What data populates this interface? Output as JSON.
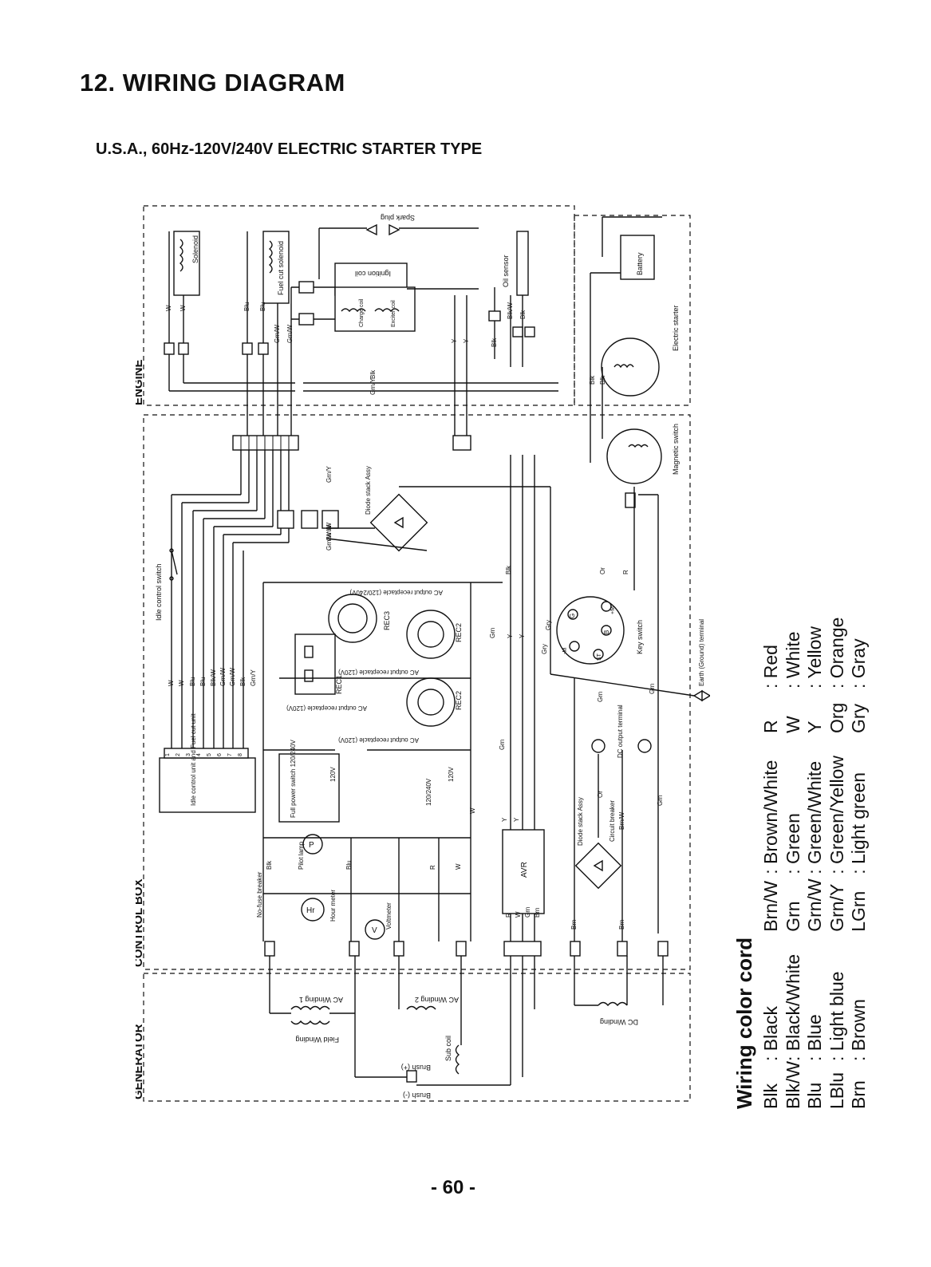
{
  "page": {
    "title": "12. WIRING DIAGRAM",
    "subtitle": "U.S.A., 60Hz-120V/240V ELECTRIC STARTER TYPE",
    "page_number": "- 60 -"
  },
  "sections": {
    "engine": "ENGINE",
    "control_box": "CONTROL BOX",
    "generator": "GENERATOR"
  },
  "components": {
    "solenoid": "Solenoid",
    "fuel_cut_solenoid": "Fuel cut solenoid",
    "ignition_coil": "Ignition coil",
    "spark_plug": "Spark plug",
    "oil_sensor": "Oil sensor",
    "charge_coil": "Charge coil",
    "exciter_coil": "Exciter coil",
    "battery": "Battery",
    "electric_starter": "Electric starter",
    "magnetic_switch": "Magnetic switch",
    "diode_stack_assy_1": "Diode stack Assy",
    "idle_control_switch": "Idle control switch",
    "ac_output_240": "AC output receptacle (120/240V)",
    "rec3": "REC3",
    "ac_output_120_a": "AC output receptacle (120V)",
    "ac_output_120_b": "AC output receptacle (120V)",
    "ac_output_120_c": "AC output receptacle (120V)",
    "rec2_a": "REC2",
    "rec2_b": "REC2",
    "rec1": "REC1",
    "key_switch": "Key switch",
    "earth": "Earth (Ground) terminal",
    "idle_unit": "Idle control unit and Fuel cut unit",
    "full_power_switch": "Full power switch 120/240V",
    "sw_120v_a": "120V",
    "sw_120_240v": "120/240V",
    "sw_120v_b": "120V",
    "dc_output": "DC output terminal",
    "circuit_breaker": "Circuit breaker",
    "diode_stack_assy_2": "Diode stack Assy",
    "avr": "AVR",
    "pilot_lamp": "Pilot lamp",
    "hour_meter": "Hour meter",
    "voltmeter": "Voltmeter",
    "no_fuse_breaker": "No-fuse breaker",
    "ac_winding_1": "AC Winding 1",
    "ac_winding_2": "AC Winding 2",
    "field_winding": "Field Winding",
    "sub_coil": "Sub coil",
    "brush_plus": "Brush (+)",
    "brush_minus": "Brush (-)",
    "dc_winding": "DC Winding"
  },
  "key_switch_terminals": [
    "G",
    "+M",
    "B",
    "-M",
    "ST"
  ],
  "wire_labels": {
    "w": "W",
    "blu": "Blu",
    "blk": "Blk",
    "blkw": "Blk/W",
    "grnw": "Grn/W",
    "grny": "Grn/Y",
    "grn": "Grn",
    "y": "Y",
    "or": "Or",
    "r": "R",
    "gry": "Gry",
    "brn": "Brn",
    "brnw": "Brn/W"
  },
  "connector_pins": [
    "1",
    "2",
    "3",
    "4",
    "5",
    "6",
    "7",
    "8"
  ],
  "legend": {
    "title": "Wiring color cord",
    "entries": [
      {
        "code": "Blk",
        "name": ": Black"
      },
      {
        "code": "Blk/W",
        "name": ": Black/White"
      },
      {
        "code": "Blu",
        "name": ": Blue"
      },
      {
        "code": "LBlu",
        "name": ": Light blue"
      },
      {
        "code": "Brn",
        "name": ": Brown"
      },
      {
        "code": "Brn/W",
        "name": ": Brown/White"
      },
      {
        "code": "Grn",
        "name": ": Green"
      },
      {
        "code": "Grn/W",
        "name": ": Green/White"
      },
      {
        "code": "Grn/Y",
        "name": ": Green/Yellow"
      },
      {
        "code": "LGrn",
        "name": ": Light green"
      },
      {
        "code": "R",
        "name": ": Red"
      },
      {
        "code": "W",
        "name": ": White"
      },
      {
        "code": "Y",
        "name": ": Yellow"
      },
      {
        "code": "Org",
        "name": ": Orange"
      },
      {
        "code": "Gry",
        "name": ": Gray"
      }
    ]
  }
}
